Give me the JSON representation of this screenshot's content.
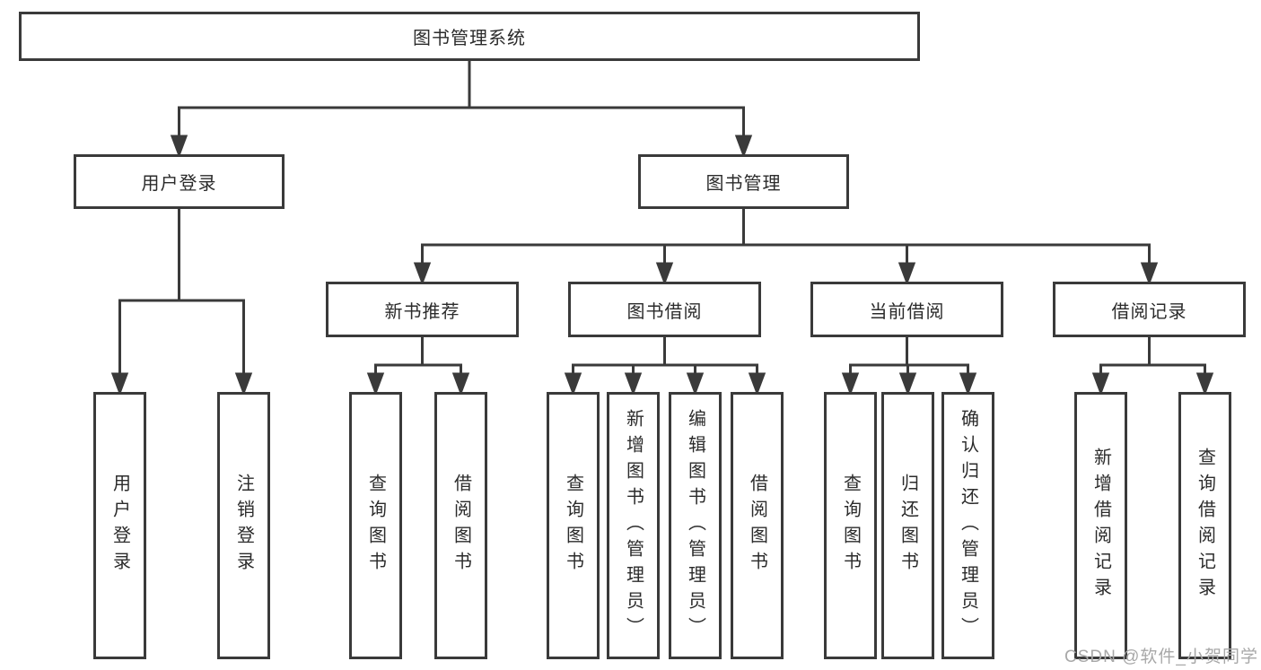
{
  "tree": {
    "root": {
      "label": "图书管理系统"
    },
    "branches": [
      {
        "label": "用户登录",
        "children": [
          {
            "label": "用户登录"
          },
          {
            "label": "注销登录"
          }
        ]
      },
      {
        "label": "图书管理",
        "children": [
          {
            "label": "新书推荐",
            "children": [
              {
                "label": "查询图书"
              },
              {
                "label": "借阅图书"
              }
            ]
          },
          {
            "label": "图书借阅",
            "children": [
              {
                "label": "查询图书"
              },
              {
                "label": "新增图书（管理员）"
              },
              {
                "label": "编辑图书（管理员）"
              },
              {
                "label": "借阅图书"
              }
            ]
          },
          {
            "label": "当前借阅",
            "children": [
              {
                "label": "查询图书"
              },
              {
                "label": "归还图书"
              },
              {
                "label": "确认归还（管理员）"
              }
            ]
          },
          {
            "label": "借阅记录",
            "children": [
              {
                "label": "新增借阅记录"
              },
              {
                "label": "查询借阅记录"
              }
            ]
          }
        ]
      }
    ]
  },
  "watermark": {
    "text": "CSDN @软件_小贺同学"
  },
  "colors": {
    "line": "#3a3a3a",
    "text": "#2b2b2b",
    "watermark": "#a8a8a8",
    "background": "#ffffff"
  }
}
